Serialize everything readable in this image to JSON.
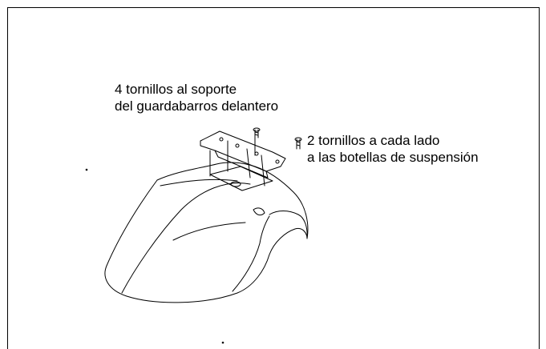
{
  "labels": {
    "front_mount": {
      "line1": "4 tornillos al soporte",
      "line2": "del guardabarros delantero"
    },
    "side_mount": {
      "line1": "2 tornillos a cada lado",
      "line2": "a las botellas de suspensión"
    }
  },
  "colors": {
    "ink": "#000000",
    "paper": "#ffffff"
  }
}
